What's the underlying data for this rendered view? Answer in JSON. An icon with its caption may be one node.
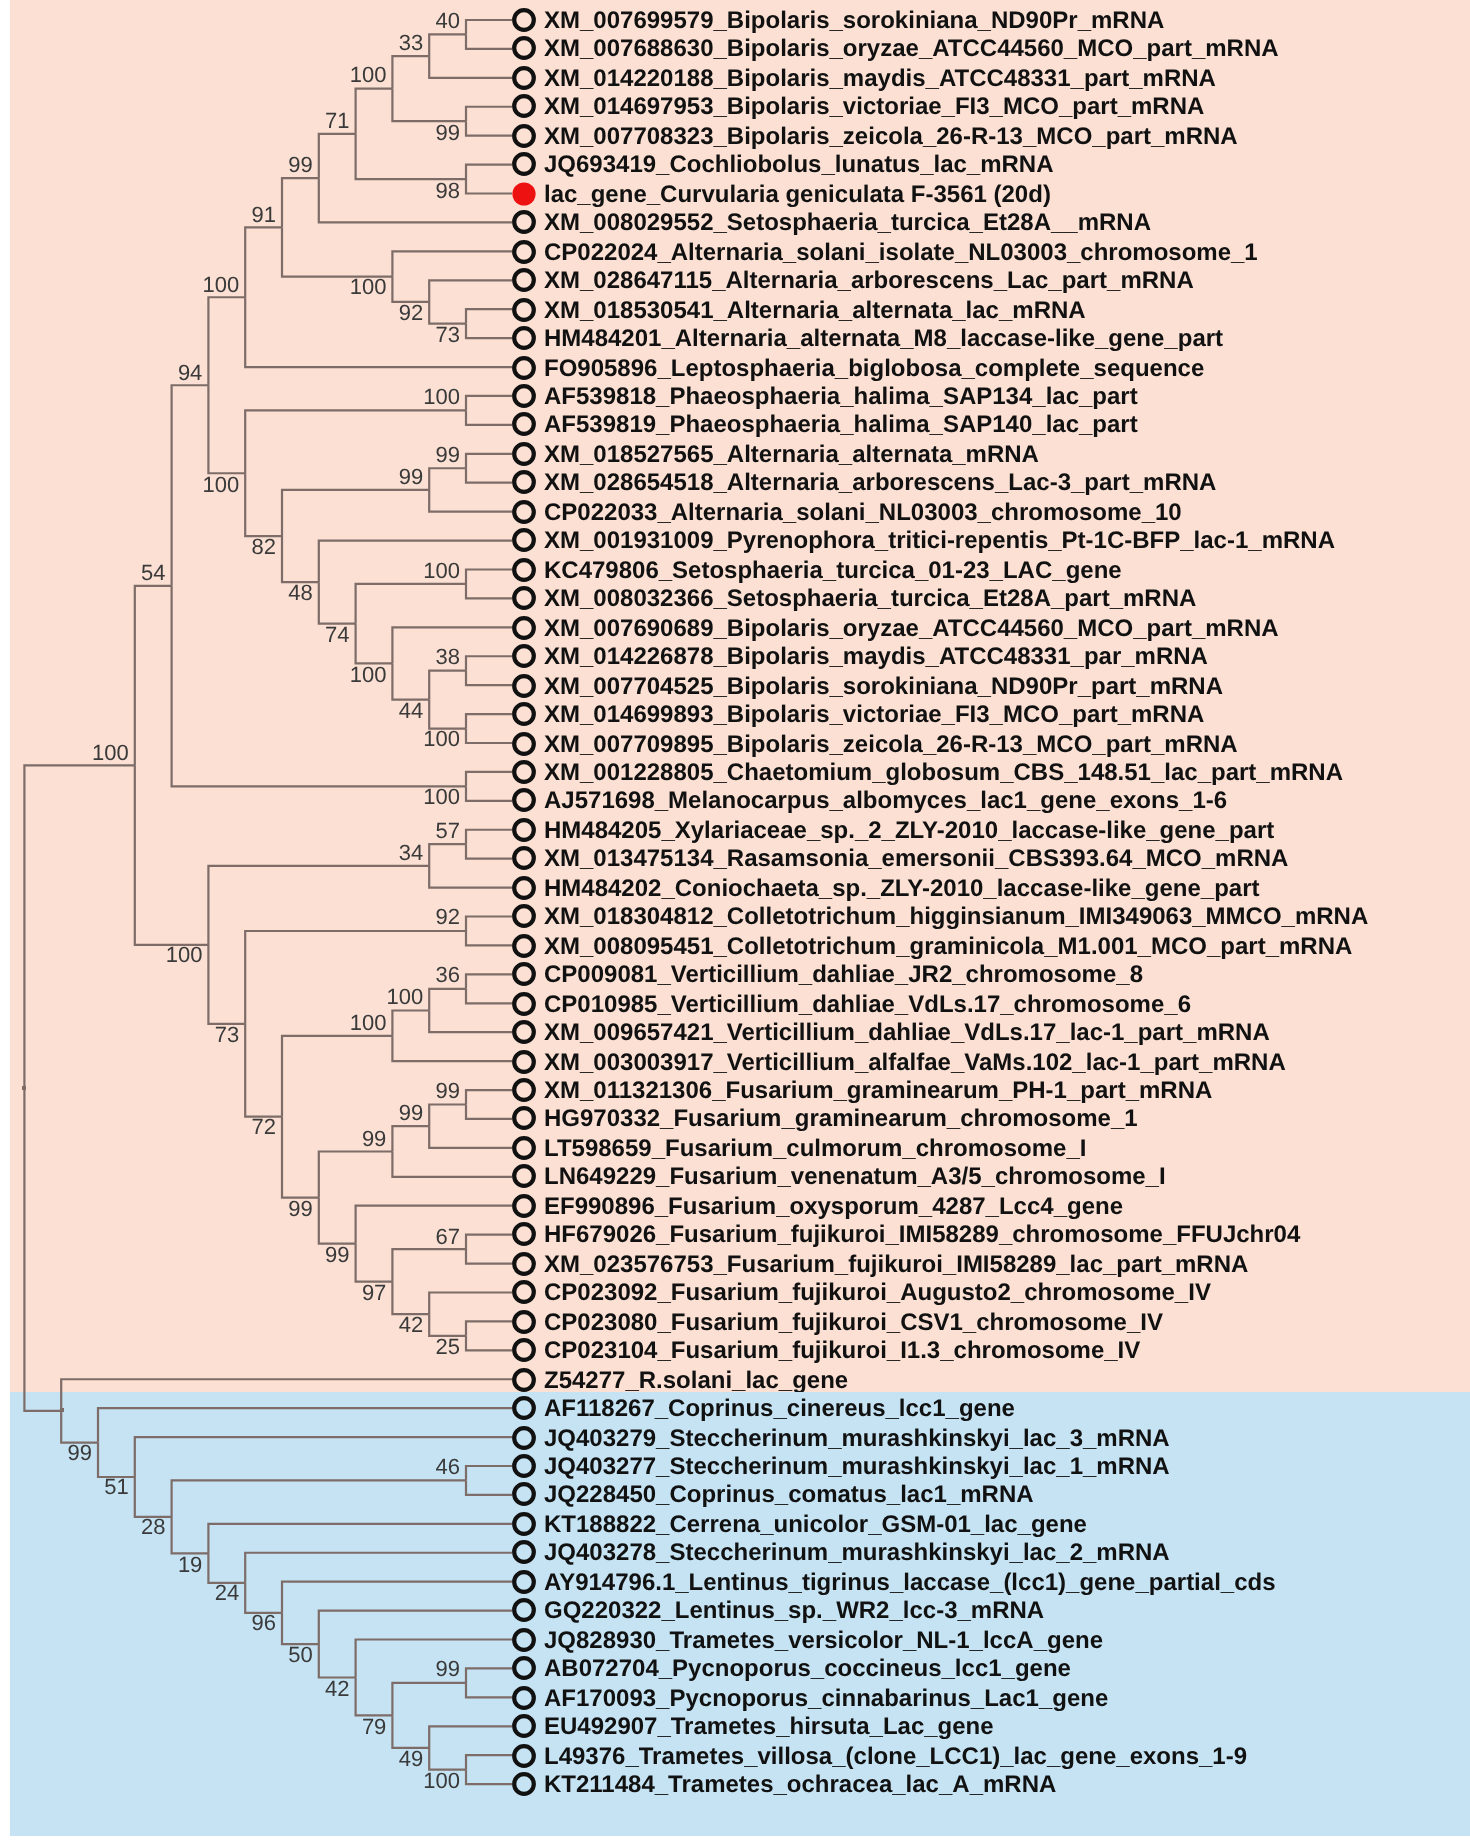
{
  "diagram": {
    "nodes": [
      {
        "text": [],
        "shape": "box"
      },
      {
        "text": [],
        "shape": "box"
      },
      {
        "text": [
          "XM_007699579_Bipolaris_sorokiniana_ND90Pr_mRNA"
        ],
        "in": 0
      },
      {
        "text": [
          "XM_007688630_Bipolaris_oryzae_ATCC44560_MCO_part_mRNA"
        ],
        "in": 0
      },
      {
        "text": [
          "XM_014220188_Bipolaris_maydis_ATCC48331_part_mRNA"
        ],
        "in": 0
      },
      {
        "text": [
          "XM_014697953_Bipolaris_victoriae_FI3_MCO_part_mRNA"
        ],
        "in": 0
      },
      {
        "text": [
          "XM_007708323_Bipolaris_zeicola_26-R-13_MCO_part_mRNA"
        ],
        "in": 0
      },
      {
        "text": [
          "JQ693419_Cochliobolus_lunatus_lac_mRNA"
        ],
        "in": 0
      },
      {
        "text": [
          "lac_gene_Curvularia geniculata F-3561 (20d)"
        ],
        "in": 0
      },
      {
        "text": [
          "XM_008029552_Setosphaeria_turcica_Et28A__mRNA"
        ],
        "in": 0
      },
      {
        "text": [
          "CP022024_Alternaria_solani_isolate_NL03003_chromosome_1"
        ],
        "in": 0
      },
      {
        "text": [
          "XM_028647115_Alternaria_arborescens_Lac_part_mRNA"
        ],
        "in": 0
      },
      {
        "text": [
          "XM_018530541_Alternaria_alternata_lac_mRNA"
        ],
        "in": 0
      },
      {
        "text": [
          "HM484201_Alternaria_alternata_M8_laccase-like_gene_part"
        ],
        "in": 0
      },
      {
        "text": [
          "FO905896_Leptosphaeria_biglobosa_complete_sequence"
        ],
        "in": 0
      },
      {
        "text": [
          "AF539818_Phaeosphaeria_halima_SAP134_lac_part"
        ],
        "in": 0
      },
      {
        "text": [
          "AF539819_Phaeosphaeria_halima_SAP140_lac_part"
        ],
        "in": 0
      },
      {
        "text": [
          "XM_018527565_Alternaria_alternata_mRNA"
        ],
        "in": 0
      },
      {
        "text": [
          "XM_028654518_Alternaria_arborescens_Lac-3_part_mRNA"
        ],
        "in": 0
      },
      {
        "text": [
          "CP022033_Alternaria_solani_NL03003_chromosome_10"
        ],
        "in": 0
      },
      {
        "text": [
          "XM_001931009_Pyrenophora_tritici-repentis_Pt-1C-BFP_lac-1_mRNA"
        ],
        "in": 0
      },
      {
        "text": [
          "KC479806_Setosphaeria_turcica_01-23_LAC_gene"
        ],
        "in": 0
      },
      {
        "text": [
          "XM_008032366_Setosphaeria_turcica_Et28A_part_mRNA"
        ],
        "in": 0
      },
      {
        "text": [
          "XM_007690689_Bipolaris_oryzae_ATCC44560_MCO_part_mRNA"
        ],
        "in": 0
      },
      {
        "text": [
          "XM_014226878_Bipolaris_maydis_ATCC48331_par_mRNA"
        ],
        "in": 0
      },
      {
        "text": [
          "XM_007704525_Bipolaris_sorokiniana_ND90Pr_part_mRNA"
        ],
        "in": 0
      },
      {
        "text": [
          "XM_014699893_Bipolaris_victoriae_FI3_MCO_part_mRNA"
        ],
        "in": 0
      },
      {
        "text": [
          "XM_007709895_Bipolaris_zeicola_26-R-13_MCO_part_mRNA"
        ],
        "in": 0
      },
      {
        "text": [
          "XM_001228805_Chaetomium_globosum_CBS_148.51_lac_part_mRNA"
        ],
        "in": 0
      },
      {
        "text": [
          "AJ571698_Melanocarpus_albomyces_lac1_gene_exons_1-6"
        ],
        "in": 0
      },
      {
        "text": [
          "HM484205_Xylariaceae_sp._2_ZLY-2010_laccase-like_gene_part"
        ],
        "in": 0
      },
      {
        "text": [
          "XM_013475134_Rasamsonia_emersonii_CBS393.64_MCO_mRNA"
        ],
        "in": 0
      },
      {
        "text": [
          "HM484202_Coniochaeta_sp._ZLY-2010_laccase-like_gene_part"
        ],
        "in": 0
      },
      {
        "text": [
          "XM_018304812_Colletotrichum_higginsianum_IMI349063_MMCO_mRNA"
        ],
        "in": 0
      },
      {
        "text": [
          "XM_008095451_Colletotrichum_graminicola_M1.001_MCO_part_mRNA"
        ],
        "in": 0
      },
      {
        "text": [
          "CP009081_Verticillium_dahliae_JR2_chromosome_8"
        ],
        "in": 0
      },
      {
        "text": [
          "CP010985_Verticillium_dahliae_VdLs.17_chromosome_6"
        ],
        "in": 0
      },
      {
        "text": [
          "XM_009657421_Verticillium_dahliae_VdLs.17_lac-1_part_mRNA"
        ],
        "in": 0
      },
      {
        "text": [
          "XM_003003917_Verticillium_alfalfae_VaMs.102_lac-1_part_mRNA"
        ],
        "in": 0
      },
      {
        "text": [
          "XM_011321306_Fusarium_graminearum_PH-1_part_mRNA"
        ],
        "in": 0
      },
      {
        "text": [
          "HG970332_Fusarium_graminearum_chromosome_1"
        ],
        "in": 0
      },
      {
        "text": [
          "LT598659_Fusarium_culmorum_chromosome_I"
        ],
        "in": 0
      },
      {
        "text": [
          "LN649229_Fusarium_venenatum_A3/5_chromosome_I"
        ],
        "in": 0
      },
      {
        "text": [
          "EF990896_Fusarium_oxysporum_4287_Lcc4_gene"
        ],
        "in": 0
      },
      {
        "text": [
          "HF679026_Fusarium_fujikuroi_IMI58289_chromosome_FFUJchr04"
        ],
        "in": 0
      },
      {
        "text": [
          "XM_023576753_Fusarium_fujikuroi_IMI58289_lac_part_mRNA"
        ],
        "in": 0
      },
      {
        "text": [
          "CP023092_Fusarium_fujikuroi_Augusto2_chromosome_IV"
        ],
        "in": 0
      },
      {
        "text": [
          "CP023080_Fusarium_fujikuroi_CSV1_chromosome_IV"
        ],
        "in": 0
      },
      {
        "text": [
          "CP023104_Fusarium_fujikuroi_I1.3_chromosome_IV"
        ],
        "in": 0
      },
      {
        "text": [
          "Z54277_R.solani_lac_gene"
        ],
        "in": 0
      },
      {
        "text": [
          "AF118267_Coprinus_cinereus_lcc1_gene"
        ],
        "in": 1
      },
      {
        "text": [
          "JQ403279_Steccherinum_murashkinskyi_lac_3_mRNA"
        ],
        "in": 1
      },
      {
        "text": [
          "JQ403277_Steccherinum_murashkinskyi_lac_1_mRNA"
        ],
        "in": 1
      },
      {
        "text": [
          "JQ228450_Coprinus_comatus_lac1_mRNA"
        ],
        "in": 1
      },
      {
        "text": [
          "KT188822_Cerrena_unicolor_GSM-01_lac_gene"
        ],
        "in": 1
      },
      {
        "text": [
          "JQ403278_Steccherinum_murashkinskyi_lac_2_mRNA"
        ],
        "in": 1
      },
      {
        "text": [
          "AY914796.1_Lentinus_tigrinus_laccase_(lcc1)_gene_partial_cds"
        ],
        "in": 1
      },
      {
        "text": [
          "GQ220322_Lentinus_sp._WR2_lcc-3_mRNA"
        ],
        "in": 1
      },
      {
        "text": [
          "JQ828930_Trametes_versicolor_NL-1_lccA_gene"
        ],
        "in": 1
      },
      {
        "text": [
          "AB072704_Pycnoporus_coccineus_lcc1_gene"
        ],
        "in": 1
      },
      {
        "text": [
          "AF170093_Pycnoporus_cinnabarinus_Lac1_gene"
        ],
        "in": 1
      },
      {
        "text": [
          "EU492907_Trametes_hirsuta_Lac_gene"
        ],
        "in": 1
      },
      {
        "text": [
          "L49376_Trametes_villosa_(clone_LCC1)_lac_gene_exons_1-9"
        ],
        "in": 1
      },
      {
        "text": [
          "KT211484_Trametes_ochracea_lac_A_mRNA"
        ],
        "in": 1
      },
      {
        "text": [],
        "shape": "point",
        "in": 0
      },
      {
        "text": [
          "100"
        ],
        "in": 0
      },
      {
        "text": [
          "54"
        ],
        "in": 0
      },
      {
        "text": [
          "94"
        ],
        "in": 0
      },
      {
        "text": [
          "100"
        ],
        "in": 0
      },
      {
        "text": [
          "91"
        ],
        "in": 0
      },
      {
        "text": [
          "99"
        ],
        "in": 0
      },
      {
        "text": [
          "71"
        ],
        "in": 0
      },
      {
        "text": [
          "100"
        ],
        "in": 0
      },
      {
        "text": [
          "33"
        ],
        "in": 0
      },
      {
        "text": [
          "40"
        ],
        "in": 0
      },
      {
        "text": [
          "99"
        ],
        "in": 0
      },
      {
        "text": [
          "98"
        ],
        "in": 0
      },
      {
        "text": [
          "100"
        ],
        "in": 0
      },
      {
        "text": [
          "92"
        ],
        "in": 0
      },
      {
        "text": [
          "73"
        ],
        "in": 0
      },
      {
        "text": [
          "100"
        ],
        "in": 0
      },
      {
        "text": [
          "100"
        ],
        "in": 0
      },
      {
        "text": [
          "82"
        ],
        "in": 0
      },
      {
        "text": [
          "99"
        ],
        "in": 0
      },
      {
        "text": [
          "99"
        ],
        "in": 0
      },
      {
        "text": [
          "48"
        ],
        "in": 0
      },
      {
        "text": [
          "74"
        ],
        "in": 0
      },
      {
        "text": [
          "100"
        ],
        "in": 0
      },
      {
        "text": [
          "100"
        ],
        "in": 0
      },
      {
        "text": [
          "44"
        ],
        "in": 0
      },
      {
        "text": [
          "38"
        ],
        "in": 0
      },
      {
        "text": [
          "100"
        ],
        "in": 0
      },
      {
        "text": [
          "100"
        ],
        "in": 0
      },
      {
        "text": [
          "100"
        ],
        "in": 0
      },
      {
        "text": [
          "34"
        ],
        "in": 0
      },
      {
        "text": [
          "57"
        ],
        "in": 0
      },
      {
        "text": [
          "73"
        ],
        "in": 0
      },
      {
        "text": [
          "92"
        ],
        "in": 0
      },
      {
        "text": [
          "72"
        ],
        "in": 0
      },
      {
        "text": [
          "100"
        ],
        "in": 0
      },
      {
        "text": [
          "100"
        ],
        "in": 0
      },
      {
        "text": [
          "36"
        ],
        "in": 0
      },
      {
        "text": [
          "99"
        ],
        "in": 0
      },
      {
        "text": [
          "99"
        ],
        "in": 0
      },
      {
        "text": [
          "99"
        ],
        "in": 0
      },
      {
        "text": [
          "99"
        ],
        "in": 0
      },
      {
        "text": [
          "99"
        ],
        "in": 0
      },
      {
        "text": [
          "97"
        ],
        "in": 0
      },
      {
        "text": [
          "67"
        ],
        "in": 0
      },
      {
        "text": [
          "42"
        ],
        "in": 0
      },
      {
        "text": [
          "25"
        ],
        "in": 0
      },
      {
        "text": [],
        "shape": "point",
        "in": 1
      },
      {
        "text": [
          "99"
        ],
        "in": 1
      },
      {
        "text": [
          "51"
        ],
        "in": 1
      },
      {
        "text": [
          "28"
        ],
        "in": 1
      },
      {
        "text": [
          "46"
        ],
        "in": 1
      },
      {
        "text": [
          "19"
        ],
        "in": 1
      },
      {
        "text": [
          "24"
        ],
        "in": 1
      },
      {
        "text": [
          "96"
        ],
        "in": 1
      },
      {
        "text": [
          "50"
        ],
        "in": 1
      },
      {
        "text": [
          "42"
        ],
        "in": 1
      },
      {
        "text": [
          "79"
        ],
        "in": 1
      },
      {
        "text": [
          "99"
        ],
        "in": 1
      },
      {
        "text": [
          "49"
        ],
        "in": 1
      },
      {
        "text": [
          "100"
        ],
        "in": 1
      }
    ],
    "edges": [
      {
        "from": 64,
        "to": 65,
        "arrow": "none"
      },
      {
        "from": 64,
        "to": 111,
        "arrow": "none"
      },
      {
        "from": 65,
        "to": 66,
        "arrow": "none"
      },
      {
        "from": 65,
        "to": 93,
        "arrow": "none"
      },
      {
        "from": 66,
        "to": 67,
        "arrow": "none"
      },
      {
        "from": 66,
        "to": 92,
        "arrow": "none"
      },
      {
        "from": 67,
        "to": 68,
        "arrow": "none"
      },
      {
        "from": 67,
        "to": 80,
        "arrow": "none"
      },
      {
        "from": 68,
        "to": 69,
        "arrow": "none"
      },
      {
        "from": 68,
        "to": 14,
        "arrow": "none"
      },
      {
        "from": 69,
        "to": 70,
        "arrow": "none"
      },
      {
        "from": 69,
        "to": 77,
        "arrow": "none"
      },
      {
        "from": 70,
        "to": 71,
        "arrow": "none"
      },
      {
        "from": 70,
        "to": 9,
        "arrow": "none"
      },
      {
        "from": 71,
        "to": 72,
        "arrow": "none"
      },
      {
        "from": 71,
        "to": 76,
        "arrow": "none"
      },
      {
        "from": 72,
        "to": 73,
        "arrow": "none"
      },
      {
        "from": 72,
        "to": 75,
        "arrow": "none"
      },
      {
        "from": 73,
        "to": 74,
        "arrow": "none"
      },
      {
        "from": 73,
        "to": 4,
        "arrow": "none"
      },
      {
        "from": 74,
        "to": 2,
        "arrow": "none"
      },
      {
        "from": 74,
        "to": 3,
        "arrow": "none"
      },
      {
        "from": 75,
        "to": 5,
        "arrow": "none"
      },
      {
        "from": 75,
        "to": 6,
        "arrow": "none"
      },
      {
        "from": 76,
        "to": 7,
        "arrow": "none"
      },
      {
        "from": 76,
        "to": 8,
        "arrow": "none"
      },
      {
        "from": 77,
        "to": 10,
        "arrow": "none"
      },
      {
        "from": 77,
        "to": 78,
        "arrow": "none"
      },
      {
        "from": 78,
        "to": 11,
        "arrow": "none"
      },
      {
        "from": 78,
        "to": 79,
        "arrow": "none"
      },
      {
        "from": 79,
        "to": 12,
        "arrow": "none"
      },
      {
        "from": 79,
        "to": 13,
        "arrow": "none"
      },
      {
        "from": 80,
        "to": 81,
        "arrow": "none"
      },
      {
        "from": 80,
        "to": 82,
        "arrow": "none"
      },
      {
        "from": 81,
        "to": 15,
        "arrow": "none"
      },
      {
        "from": 81,
        "to": 16,
        "arrow": "none"
      },
      {
        "from": 82,
        "to": 83,
        "arrow": "none"
      },
      {
        "from": 82,
        "to": 85,
        "arrow": "none"
      },
      {
        "from": 83,
        "to": 84,
        "arrow": "none"
      },
      {
        "from": 83,
        "to": 19,
        "arrow": "none"
      },
      {
        "from": 84,
        "to": 17,
        "arrow": "none"
      },
      {
        "from": 84,
        "to": 18,
        "arrow": "none"
      },
      {
        "from": 85,
        "to": 20,
        "arrow": "none"
      },
      {
        "from": 85,
        "to": 86,
        "arrow": "none"
      },
      {
        "from": 86,
        "to": 87,
        "arrow": "none"
      },
      {
        "from": 86,
        "to": 88,
        "arrow": "none"
      },
      {
        "from": 87,
        "to": 21,
        "arrow": "none"
      },
      {
        "from": 87,
        "to": 22,
        "arrow": "none"
      },
      {
        "from": 88,
        "to": 23,
        "arrow": "none"
      },
      {
        "from": 88,
        "to": 89,
        "arrow": "none"
      },
      {
        "from": 89,
        "to": 90,
        "arrow": "none"
      },
      {
        "from": 89,
        "to": 91,
        "arrow": "none"
      },
      {
        "from": 90,
        "to": 24,
        "arrow": "none"
      },
      {
        "from": 90,
        "to": 25,
        "arrow": "none"
      },
      {
        "from": 91,
        "to": 26,
        "arrow": "none"
      },
      {
        "from": 91,
        "to": 27,
        "arrow": "none"
      },
      {
        "from": 92,
        "to": 28,
        "arrow": "none"
      },
      {
        "from": 92,
        "to": 29,
        "arrow": "none"
      },
      {
        "from": 93,
        "to": 94,
        "arrow": "none"
      },
      {
        "from": 93,
        "to": 96,
        "arrow": "none"
      },
      {
        "from": 94,
        "to": 95,
        "arrow": "none"
      },
      {
        "from": 94,
        "to": 32,
        "arrow": "none"
      },
      {
        "from": 95,
        "to": 30,
        "arrow": "none"
      },
      {
        "from": 95,
        "to": 31,
        "arrow": "none"
      },
      {
        "from": 96,
        "to": 97,
        "arrow": "none"
      },
      {
        "from": 96,
        "to": 98,
        "arrow": "none"
      },
      {
        "from": 97,
        "to": 33,
        "arrow": "none"
      },
      {
        "from": 97,
        "to": 34,
        "arrow": "none"
      },
      {
        "from": 98,
        "to": 99,
        "arrow": "none"
      },
      {
        "from": 98,
        "to": 102,
        "arrow": "none"
      },
      {
        "from": 99,
        "to": 100,
        "arrow": "none"
      },
      {
        "from": 99,
        "to": 38,
        "arrow": "none"
      },
      {
        "from": 100,
        "to": 101,
        "arrow": "none"
      },
      {
        "from": 100,
        "to": 37,
        "arrow": "none"
      },
      {
        "from": 101,
        "to": 35,
        "arrow": "none"
      },
      {
        "from": 101,
        "to": 36,
        "arrow": "none"
      },
      {
        "from": 102,
        "to": 103,
        "arrow": "none"
      },
      {
        "from": 102,
        "to": 106,
        "arrow": "none"
      },
      {
        "from": 103,
        "to": 104,
        "arrow": "none"
      },
      {
        "from": 103,
        "to": 42,
        "arrow": "none"
      },
      {
        "from": 104,
        "to": 105,
        "arrow": "none"
      },
      {
        "from": 104,
        "to": 41,
        "arrow": "none"
      },
      {
        "from": 105,
        "to": 39,
        "arrow": "none"
      },
      {
        "from": 105,
        "to": 40,
        "arrow": "none"
      },
      {
        "from": 106,
        "to": 43,
        "arrow": "none"
      },
      {
        "from": 106,
        "to": 107,
        "arrow": "none"
      },
      {
        "from": 107,
        "to": 108,
        "arrow": "none"
      },
      {
        "from": 107,
        "to": 109,
        "arrow": "none"
      },
      {
        "from": 108,
        "to": 44,
        "arrow": "none"
      },
      {
        "from": 108,
        "to": 45,
        "arrow": "none"
      },
      {
        "from": 109,
        "to": 46,
        "arrow": "none"
      },
      {
        "from": 109,
        "to": 110,
        "arrow": "none"
      },
      {
        "from": 110,
        "to": 47,
        "arrow": "none"
      },
      {
        "from": 110,
        "to": 48,
        "arrow": "none"
      },
      {
        "from": 111,
        "to": 49,
        "arrow": "none"
      },
      {
        "from": 111,
        "to": 112,
        "arrow": "none"
      },
      {
        "from": 112,
        "to": 50,
        "arrow": "none"
      },
      {
        "from": 112,
        "to": 113,
        "arrow": "none"
      },
      {
        "from": 113,
        "to": 51,
        "arrow": "none"
      },
      {
        "from": 113,
        "to": 114,
        "arrow": "none"
      },
      {
        "from": 114,
        "to": 115,
        "arrow": "none"
      },
      {
        "from": 114,
        "to": 116,
        "arrow": "none"
      },
      {
        "from": 115,
        "to": 52,
        "arrow": "none"
      },
      {
        "from": 115,
        "to": 53,
        "arrow": "none"
      },
      {
        "from": 116,
        "to": 54,
        "arrow": "none"
      },
      {
        "from": 116,
        "to": 117,
        "arrow": "none"
      },
      {
        "from": 117,
        "to": 55,
        "arrow": "none"
      },
      {
        "from": 117,
        "to": 118,
        "arrow": "none"
      },
      {
        "from": 118,
        "to": 56,
        "arrow": "none"
      },
      {
        "from": 118,
        "to": 119,
        "arrow": "none"
      },
      {
        "from": 119,
        "to": 57,
        "arrow": "none"
      },
      {
        "from": 119,
        "to": 120,
        "arrow": "none"
      },
      {
        "from": 120,
        "to": 58,
        "arrow": "none"
      },
      {
        "from": 120,
        "to": 121,
        "arrow": "none"
      },
      {
        "from": 121,
        "to": 122,
        "arrow": "none"
      },
      {
        "from": 121,
        "to": 123,
        "arrow": "none"
      },
      {
        "from": 122,
        "to": 59,
        "arrow": "none"
      },
      {
        "from": 122,
        "to": 60,
        "arrow": "none"
      },
      {
        "from": 123,
        "to": 61,
        "arrow": "none"
      },
      {
        "from": 123,
        "to": 124,
        "arrow": "none"
      },
      {
        "from": 124,
        "to": 62,
        "arrow": "none"
      },
      {
        "from": 124,
        "to": 63,
        "arrow": "none"
      }
    ]
  }
}
